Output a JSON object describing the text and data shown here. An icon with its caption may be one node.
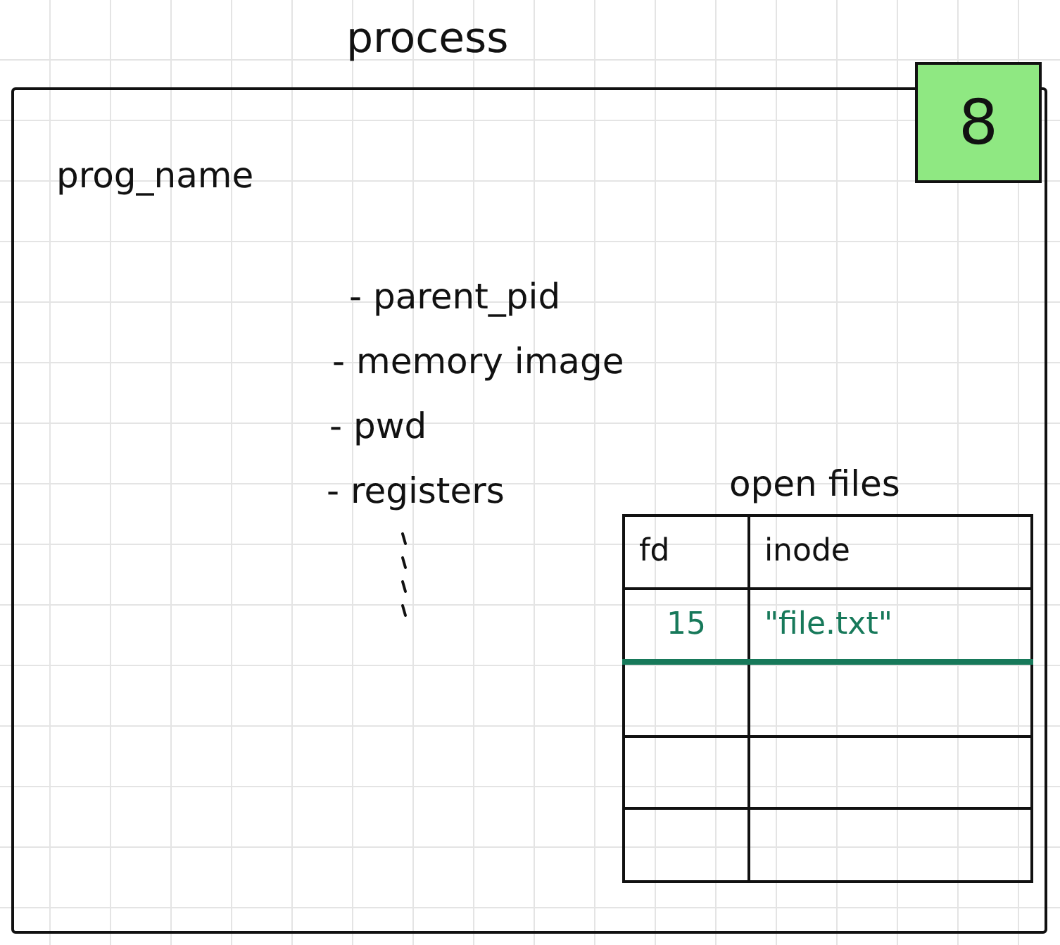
{
  "diagram": {
    "nodes": [
      {
        "text": [
          "process",
          "prog_name"
        ]
      },
      {
        "text": [
          "8"
        ],
        "in": 0
      },
      {
        "text": [
          "open files"
        ],
        "in": 0
      }
    ],
    "labels": [
      "- parent_pid",
      "- memory image",
      "- pwd",
      "- registers",
      "fd",
      "inode",
      "15",
      "\"file.txt\""
    ]
  }
}
